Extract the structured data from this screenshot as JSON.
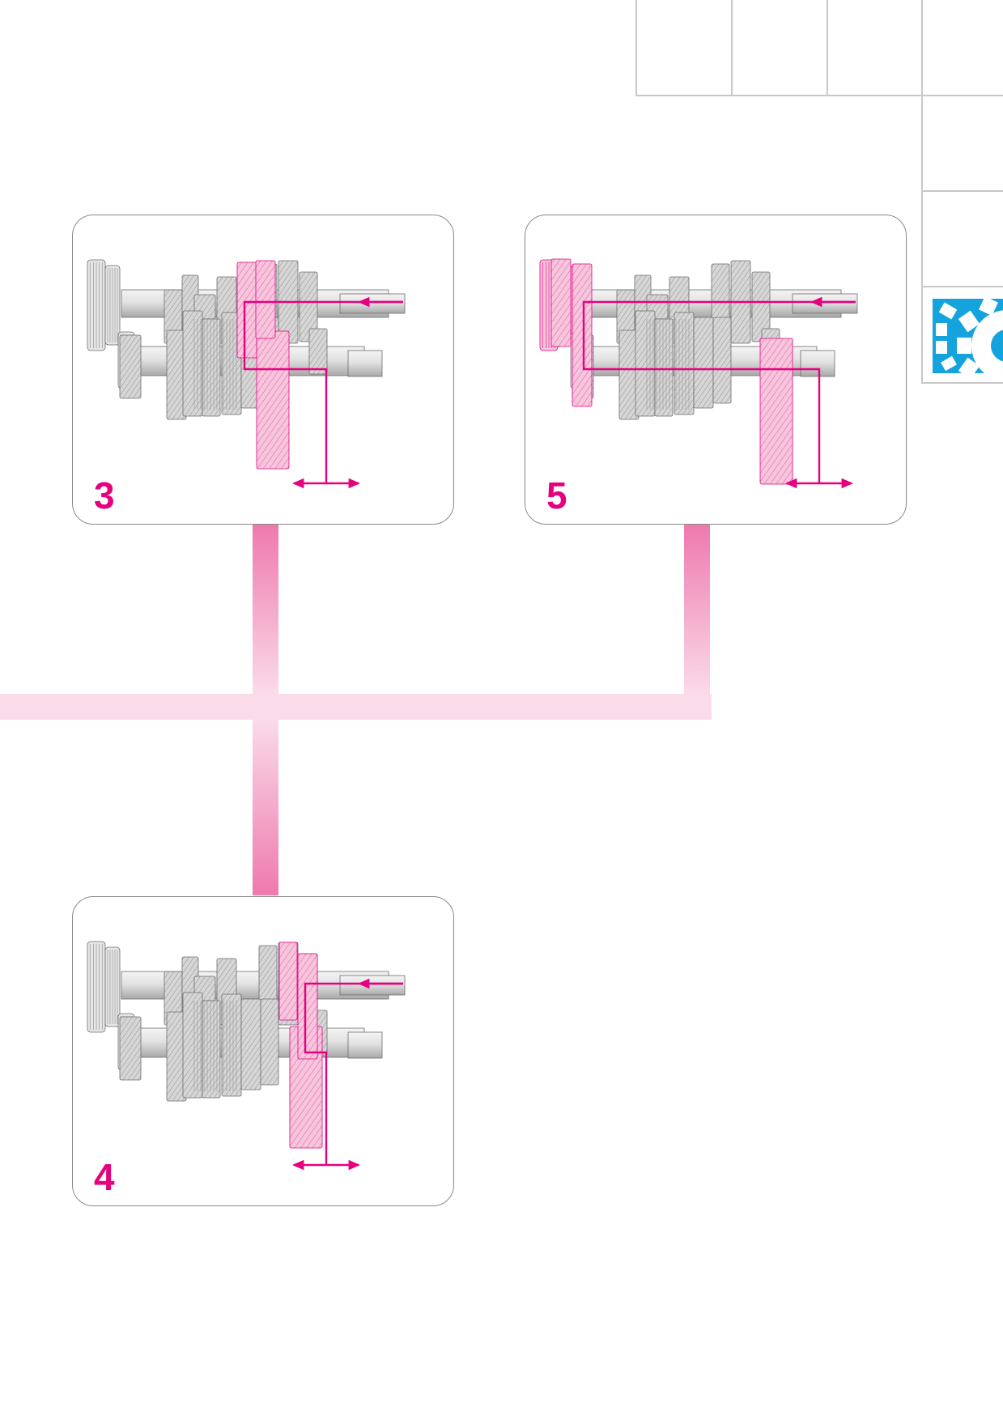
{
  "panels": [
    {
      "gear_label": "3",
      "engaged": "third"
    },
    {
      "gear_label": "5",
      "engaged": "fifth"
    },
    {
      "gear_label": "4",
      "engaged": "fourth"
    }
  ],
  "icons": {
    "section_tab": "gear-icon",
    "output": "double-arrow-icon",
    "input": "arrow-left-icon"
  },
  "colors": {
    "accent": "#e5007e",
    "engaged_gear": "#f6c6dd",
    "section_tab": "#15a3dd",
    "gear_grey": "#d6d6d6"
  }
}
